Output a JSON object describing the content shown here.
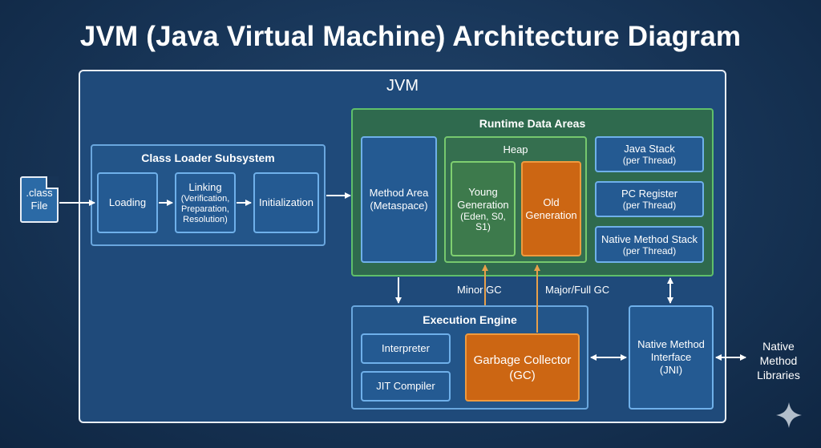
{
  "title": "JVM (Java Virtual Machine) Architecture Diagram",
  "jvm_label": "JVM",
  "class_file": {
    "line1": ".class",
    "line2": "File"
  },
  "class_loader": {
    "title": "Class Loader Subsystem",
    "loading": "Loading",
    "linking": {
      "title": "Linking",
      "l1": "(Verification,",
      "l2": "Preparation,",
      "l3": "Resolution)"
    },
    "initialization": "Initialization"
  },
  "runtime": {
    "title": "Runtime Data Areas",
    "method_area": {
      "l1": "Method Area",
      "l2": "(Metaspace)"
    },
    "heap": {
      "title": "Heap",
      "young": {
        "l1": "Young",
        "l2": "Generation",
        "l3": "(Eden, S0, S1)"
      },
      "old": {
        "l1": "Old",
        "l2": "Generation"
      }
    },
    "java_stack": {
      "l1": "Java Stack",
      "l2": "(per Thread)"
    },
    "pc_register": {
      "l1": "PC Register",
      "l2": "(per Thread)"
    },
    "native_stack": {
      "l1": "Native Method Stack",
      "l2": "(per Thread)"
    }
  },
  "gc_labels": {
    "minor": "Minor GC",
    "major": "Major/Full GC"
  },
  "execution": {
    "title": "Execution Engine",
    "interpreter": "Interpreter",
    "jit": "JIT Compiler",
    "gc": {
      "l1": "Garbage Collector",
      "l2": "(GC)"
    }
  },
  "jni": {
    "l1": "Native Method",
    "l2": "Interface",
    "l3": "(JNI)"
  },
  "native_libs": {
    "l1": "Native",
    "l2": "Method",
    "l3": "Libraries"
  },
  "colors": {
    "background": "#173456",
    "panel": "#235589",
    "green": "#2f6a4e",
    "orange": "#cc6613",
    "arrow": "#ffffff",
    "gc_arrow": "#e8a04a"
  }
}
